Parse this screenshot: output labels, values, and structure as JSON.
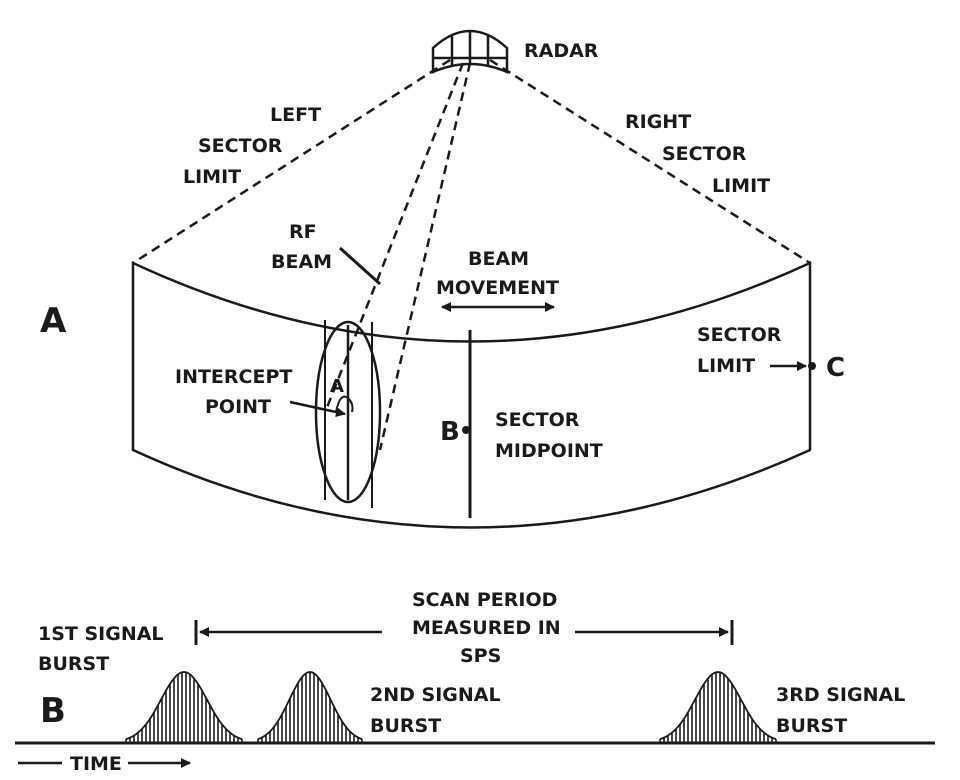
{
  "diagram": {
    "panel_a": {
      "panel_letter": "A",
      "radar": "RADAR",
      "left_sector_limit": [
        "LEFT",
        "SECTOR",
        "LIMIT"
      ],
      "right_sector_limit": [
        "RIGHT",
        "SECTOR",
        "LIMIT"
      ],
      "rf_beam": [
        "RF",
        "BEAM"
      ],
      "beam_movement": [
        "BEAM",
        "MOVEMENT"
      ],
      "sector_limit": [
        "SECTOR",
        "LIMIT"
      ],
      "intercept_point": [
        "INTERCEPT",
        "POINT"
      ],
      "sector_midpoint": [
        "SECTOR",
        "MIDPOINT"
      ],
      "point_a": "A",
      "point_b": "B",
      "point_c": "C"
    },
    "panel_b": {
      "panel_letter": "B",
      "scan_period": [
        "SCAN PERIOD",
        "MEASURED IN",
        "SPS"
      ],
      "burst_1": [
        "1ST SIGNAL",
        "BURST"
      ],
      "burst_2": [
        "2ND SIGNAL",
        "BURST"
      ],
      "burst_3": [
        "3RD SIGNAL",
        "BURST"
      ],
      "time": "TIME"
    }
  },
  "colors": {
    "ink": "#1a1a1a",
    "background": "#ffffff"
  }
}
